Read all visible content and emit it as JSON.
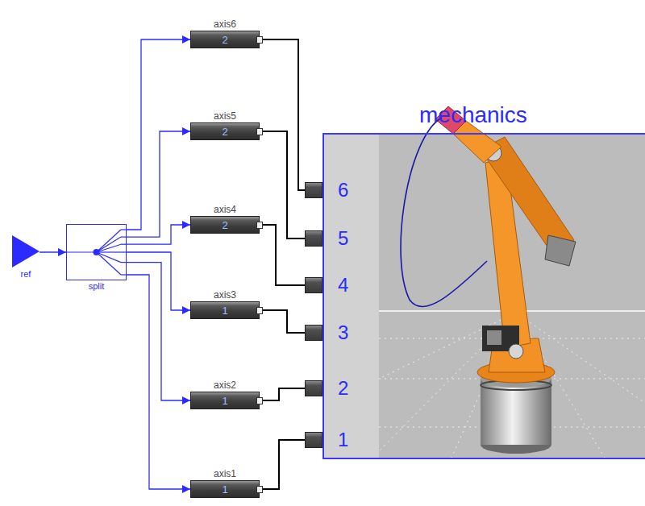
{
  "diagram": {
    "nodes": [
      {
        "text": [
          "ref"
        ]
      },
      {
        "text": [
          "split"
        ]
      },
      {
        "text": [
          "axis6",
          "2"
        ]
      },
      {
        "text": [
          "axis5",
          "2"
        ]
      },
      {
        "text": [
          "axis4",
          "2"
        ]
      },
      {
        "text": [
          "axis3",
          "1"
        ]
      },
      {
        "text": [
          "axis2",
          "1"
        ]
      },
      {
        "text": [
          "axis1",
          "1"
        ]
      },
      {
        "text": [
          "mechanics"
        ]
      },
      {
        "text": [
          "6"
        ],
        "in": 8
      },
      {
        "text": [
          "5"
        ],
        "in": 8
      },
      {
        "text": [
          "4"
        ],
        "in": 8
      },
      {
        "text": [
          "3"
        ],
        "in": 8
      },
      {
        "text": [
          "2"
        ],
        "in": 8
      },
      {
        "text": [
          "1"
        ],
        "in": 8
      }
    ],
    "edges": [
      {
        "from": 0,
        "to": 1,
        "arrow": "to"
      },
      {
        "from": 1,
        "to": 2,
        "arrow": "to"
      },
      {
        "from": 1,
        "to": 3,
        "arrow": "to"
      },
      {
        "from": 1,
        "to": 4,
        "arrow": "to"
      },
      {
        "from": 1,
        "to": 5,
        "arrow": "to"
      },
      {
        "from": 1,
        "to": 6,
        "arrow": "to"
      },
      {
        "from": 1,
        "to": 7,
        "arrow": "to"
      },
      {
        "from": 2,
        "to": 9,
        "arrow": "none"
      },
      {
        "from": 3,
        "to": 10,
        "arrow": "none"
      },
      {
        "from": 4,
        "to": 11,
        "arrow": "none"
      },
      {
        "from": 5,
        "to": 12,
        "arrow": "none"
      },
      {
        "from": 6,
        "to": 13,
        "arrow": "none"
      },
      {
        "from": 7,
        "to": 14,
        "arrow": "none"
      }
    ]
  }
}
